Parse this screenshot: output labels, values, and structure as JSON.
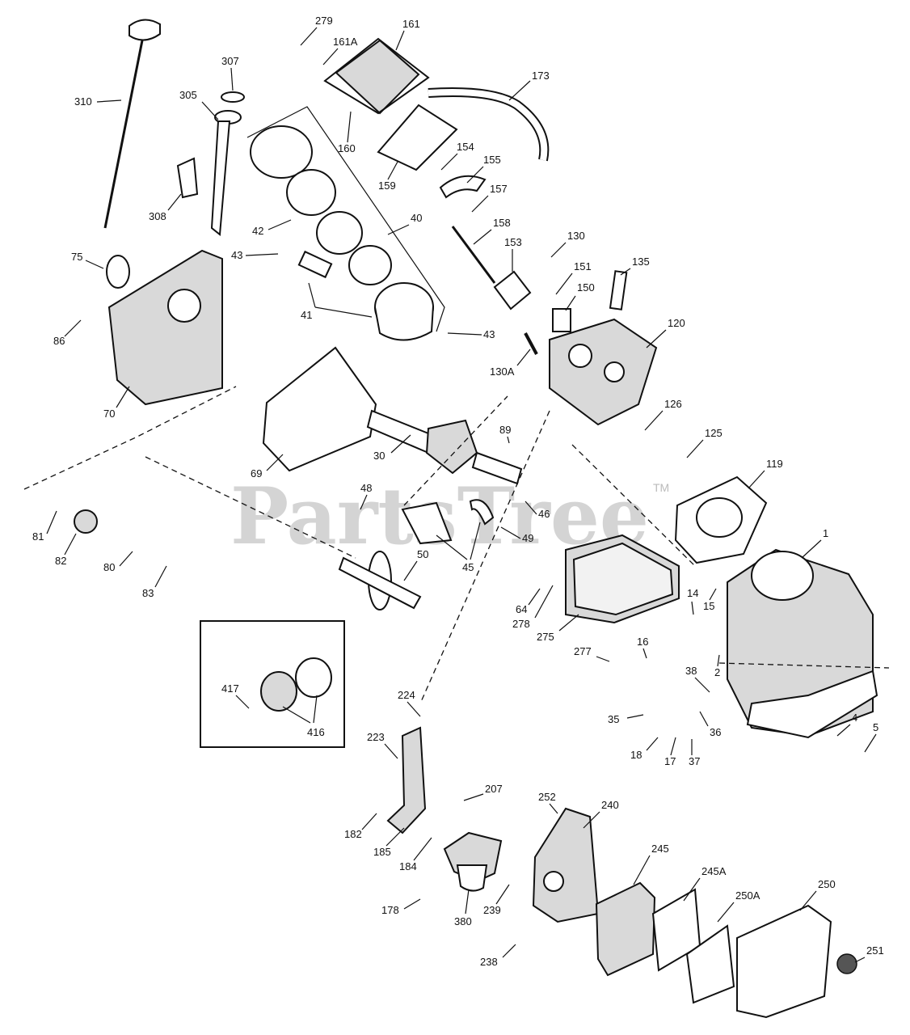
{
  "watermark": {
    "text": "PartsTree",
    "trademark": "TM"
  },
  "callouts": [
    "279",
    "161",
    "161A",
    "307",
    "173",
    "310",
    "305",
    "160",
    "159",
    "154",
    "155",
    "157",
    "308",
    "42",
    "40",
    "158",
    "153",
    "130",
    "75",
    "43",
    "151",
    "135",
    "150",
    "86",
    "41",
    "120",
    "130A",
    "70",
    "89",
    "126",
    "125",
    "30",
    "69",
    "119",
    "48",
    "46",
    "81",
    "82",
    "49",
    "1",
    "80",
    "50",
    "45",
    "83",
    "14",
    "64",
    "278",
    "15",
    "275",
    "2",
    "277",
    "16",
    "38",
    "417",
    "224",
    "416",
    "35",
    "36",
    "4",
    "5",
    "223",
    "18",
    "17",
    "37",
    "207",
    "252",
    "240",
    "182",
    "185",
    "184",
    "245",
    "245A",
    "178",
    "239",
    "380",
    "250A",
    "250",
    "251",
    "238"
  ]
}
